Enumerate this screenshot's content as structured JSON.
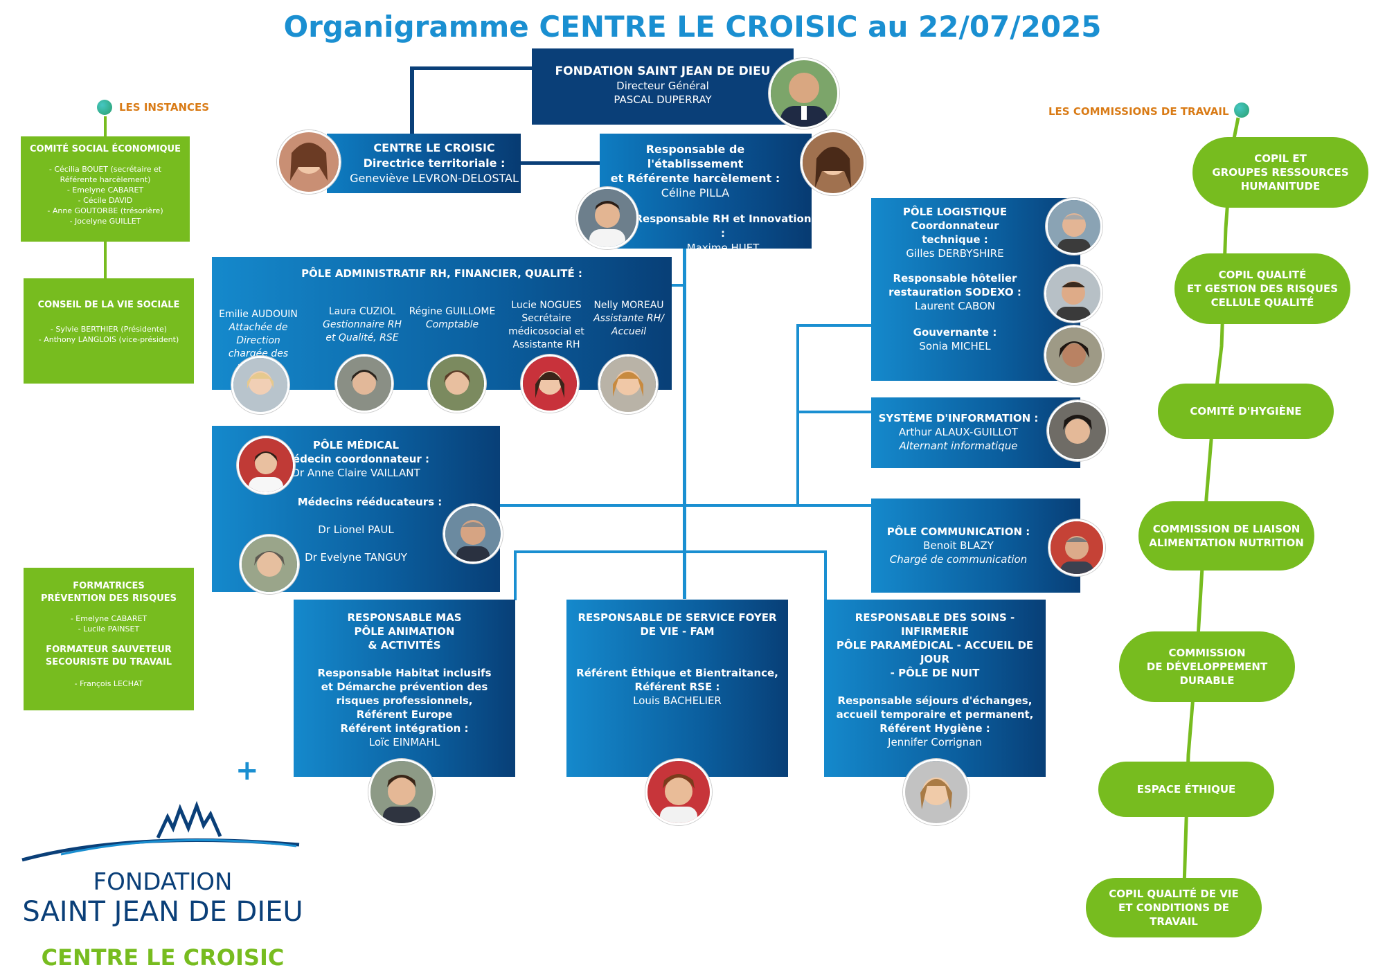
{
  "title": "Organigramme CENTRE LE CROISIC au 22/07/2025",
  "colors": {
    "blue": "#1a8fd1",
    "navy": "#0a3f78",
    "green": "#77bc1f",
    "orange": "#d97b16"
  },
  "instances": {
    "heading": "LES INSTANCES",
    "cse": {
      "title": "COMITÉ SOCIAL ÉCONOMIQUE",
      "lines": [
        "- Cécilia BOUET (secrétaire et",
        "Référente harcèlement)",
        "- Emelyne CABARET",
        "- Cécile DAVID",
        "- Anne GOUTORBE (trésorière)",
        "- Jocelyne GUILLET"
      ]
    },
    "cvs": {
      "title": "CONSEIL DE LA VIE SOCIALE",
      "lines": [
        "- Sylvie BERTHIER (Présidente)",
        "- Anthony LANGLOIS (vice-président)"
      ]
    },
    "formatrices": {
      "title1": "FORMATRICES",
      "title2": "PRÉVENTION DES RISQUES",
      "lines": [
        "- Emelyne CABARET",
        "- Lucile PAINSET"
      ],
      "title3": "FORMATEUR SAUVETEUR",
      "title4": "SECOURISTE DU TRAVAIL",
      "lines2": [
        "- François LECHAT"
      ]
    }
  },
  "fondation": {
    "title": "FONDATION SAINT JEAN DE DIEU",
    "role": "Directeur Général",
    "name": "PASCAL DUPERRAY"
  },
  "centre": {
    "title": "CENTRE LE CROISIC",
    "role": "Directrice territoriale :",
    "name": "Geneviève LEVRON-DELOSTAL"
  },
  "responsable": {
    "role1": "Responsable de l'établissement",
    "role2": "et Référente harcèlement :",
    "name": "Céline PILLA",
    "role3": "Responsable RH et Innovation :",
    "name2": "Maxime HUET"
  },
  "admin": {
    "title": "PÔLE ADMINISTRATIF RH, FINANCIER, QUALITÉ :",
    "people": [
      {
        "name": "Emilie AUDOUIN",
        "role1": "Attachée de Direction",
        "role2": "chargée des parcours"
      },
      {
        "name": "Laura CUZIOL",
        "role1": "Gestionnaire RH",
        "role2": "et Qualité, RSE"
      },
      {
        "name": "Régine GUILLOME",
        "role1": "Comptable",
        "role2": ""
      },
      {
        "name": "Lucie NOGUES",
        "role1": "Secrétaire",
        "role2": "médicosocial et",
        "role3": "Assistante RH"
      },
      {
        "name": "Nelly MOREAU",
        "role1": "Assistante RH/",
        "role2": "Accueil"
      }
    ]
  },
  "medical": {
    "title": "PÔLE MÉDICAL",
    "role1": "Médecin coordonnateur :",
    "name1": "Dr Anne Claire VAILLANT",
    "role2": "Médecins rééducateurs :",
    "name2": "Dr Lionel PAUL",
    "name3": "Dr Evelyne TANGUY"
  },
  "logistique": {
    "title": "PÔLE LOGISTIQUE",
    "role1": "Coordonnateur",
    "role1b": "technique :",
    "name1": "Gilles DERBYSHIRE",
    "role2": "Responsable hôtelier",
    "role2b": "restauration SODEXO :",
    "name2": "Laurent CABON",
    "role3": "Gouvernante :",
    "name3": "Sonia MICHEL"
  },
  "si": {
    "title": "SYSTÈME D'INFORMATION :",
    "name": "Arthur  ALAUX-GUILLOT",
    "role": "Alternant informatique"
  },
  "communication": {
    "title": "PÔLE COMMUNICATION :",
    "name": "Benoit BLAZY",
    "role": "Chargé de communication"
  },
  "mas": {
    "l1": "RESPONSABLE MAS",
    "l2": "PÔLE ANIMATION",
    "l3": "& ACTIVITÉS",
    "l4": "Responsable Habitat inclusifs",
    "l5": "et Démarche prévention des",
    "l6": "risques professionnels,",
    "l7": "Référent Europe",
    "l8": "Référent intégration :",
    "name": "Loïc EINMAHL"
  },
  "foyer": {
    "l1": "RESPONSABLE DE SERVICE FOYER",
    "l2": "DE VIE - FAM",
    "l3": "Référent Éthique et Bientraitance,",
    "l4": "Référent RSE :",
    "name": "Louis BACHELIER"
  },
  "soins": {
    "l1": "RESPONSABLE DES SOINS - INFIRMERIE",
    "l2": "PÔLE PARAMÉDICAL - ACCUEIL DE JOUR",
    "l3": "- PÔLE DE NUIT",
    "l4": "Responsable séjours d'échanges,",
    "l5": "accueil temporaire et permanent,",
    "l6": "Référent Hygiène :",
    "name": "Jennifer Corrignan"
  },
  "commissions": {
    "heading": "LES COMMISSIONS DE TRAVAIL",
    "items": [
      {
        "l1": "COPIL ET",
        "l2": "GROUPES RESSOURCES",
        "l3": "HUMANITUDE"
      },
      {
        "l1": "COPIL QUALITÉ",
        "l2": "ET GESTION DES RISQUES",
        "l3": "CELLULE QUALITÉ"
      },
      {
        "l1": "COMITÉ D'HYGIÈNE",
        "l2": "",
        "l3": ""
      },
      {
        "l1": "COMMISSION DE LIAISON",
        "l2": "ALIMENTATION NUTRITION",
        "l3": ""
      },
      {
        "l1": "COMMISSION",
        "l2": "DE DÉVELOPPEMENT",
        "l3": "DURABLE"
      },
      {
        "l1": "ESPACE ÉTHIQUE",
        "l2": "",
        "l3": ""
      },
      {
        "l1": "COPIL QUALITÉ DE VIE",
        "l2": "ET CONDITIONS DE TRAVAIL",
        "l3": ""
      }
    ]
  },
  "logo": {
    "line1": "FONDATION",
    "line2": "SAINT JEAN DE DIEU",
    "line3": "CENTRE LE CROISIC",
    "plus": "+"
  }
}
